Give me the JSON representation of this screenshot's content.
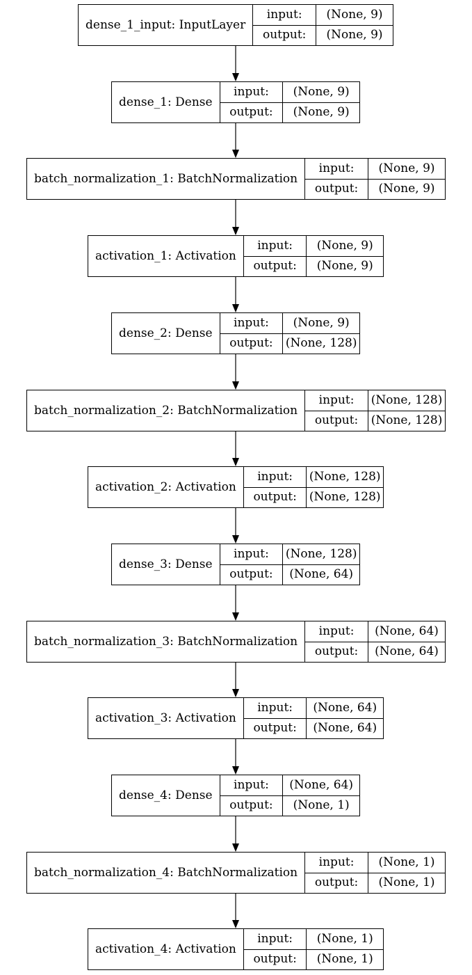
{
  "diagram": {
    "layers": [
      {
        "name": "dense_1_input: InputLayer",
        "input_label": "input:",
        "output_label": "output:",
        "input_shape": "(None, 9)",
        "output_shape": "(None, 9)"
      },
      {
        "name": "dense_1: Dense",
        "input_label": "input:",
        "output_label": "output:",
        "input_shape": "(None, 9)",
        "output_shape": "(None, 9)"
      },
      {
        "name": "batch_normalization_1: BatchNormalization",
        "input_label": "input:",
        "output_label": "output:",
        "input_shape": "(None, 9)",
        "output_shape": "(None, 9)"
      },
      {
        "name": "activation_1: Activation",
        "input_label": "input:",
        "output_label": "output:",
        "input_shape": "(None, 9)",
        "output_shape": "(None, 9)"
      },
      {
        "name": "dense_2: Dense",
        "input_label": "input:",
        "output_label": "output:",
        "input_shape": "(None, 9)",
        "output_shape": "(None, 128)"
      },
      {
        "name": "batch_normalization_2: BatchNormalization",
        "input_label": "input:",
        "output_label": "output:",
        "input_shape": "(None, 128)",
        "output_shape": "(None, 128)"
      },
      {
        "name": "activation_2: Activation",
        "input_label": "input:",
        "output_label": "output:",
        "input_shape": "(None, 128)",
        "output_shape": "(None, 128)"
      },
      {
        "name": "dense_3: Dense",
        "input_label": "input:",
        "output_label": "output:",
        "input_shape": "(None, 128)",
        "output_shape": "(None, 64)"
      },
      {
        "name": "batch_normalization_3: BatchNormalization",
        "input_label": "input:",
        "output_label": "output:",
        "input_shape": "(None, 64)",
        "output_shape": "(None, 64)"
      },
      {
        "name": "activation_3: Activation",
        "input_label": "input:",
        "output_label": "output:",
        "input_shape": "(None, 64)",
        "output_shape": "(None, 64)"
      },
      {
        "name": "dense_4: Dense",
        "input_label": "input:",
        "output_label": "output:",
        "input_shape": "(None, 64)",
        "output_shape": "(None, 1)"
      },
      {
        "name": "batch_normalization_4: BatchNormalization",
        "input_label": "input:",
        "output_label": "output:",
        "input_shape": "(None, 1)",
        "output_shape": "(None, 1)"
      },
      {
        "name": "activation_4: Activation",
        "input_label": "input:",
        "output_label": "output:",
        "input_shape": "(None, 1)",
        "output_shape": "(None, 1)"
      }
    ],
    "colors": {
      "stroke": "#000000",
      "background": "#ffffff"
    }
  }
}
